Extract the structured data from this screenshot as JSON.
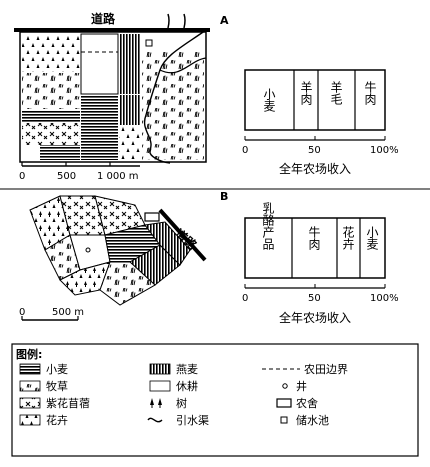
{
  "map_a": {
    "label": "A",
    "road": "道路",
    "scale": {
      "ticks": [
        "0",
        "500",
        "1 000 m"
      ]
    }
  },
  "bar_a": {
    "segments": [
      {
        "label": "小麦"
      },
      {
        "label": "羊肉"
      },
      {
        "label": "羊毛"
      },
      {
        "label": "牛肉"
      }
    ],
    "ticks": [
      "0",
      "50",
      "100%"
    ],
    "caption": "全年农场收入"
  },
  "map_b": {
    "label": "B",
    "road": "道路",
    "scale": {
      "ticks": [
        "0",
        "500 m"
      ]
    }
  },
  "bar_b": {
    "segments": [
      {
        "label": "乳酪产品"
      },
      {
        "label": "牛肉"
      },
      {
        "label": "花卉"
      },
      {
        "label": "小麦"
      }
    ],
    "ticks": [
      "0",
      "50",
      "100%"
    ],
    "caption": "全年农场收入"
  },
  "legend": {
    "title": "图例:",
    "items": {
      "wheat": "小麦",
      "oats": "燕麦",
      "field_boundary": "农田边界",
      "pasture": "牧草",
      "fallow": "休耕",
      "well": "井",
      "alfalfa": "紫花苜蓿",
      "tree": "树",
      "farmhouse": "农舍",
      "flowers": "花卉",
      "canal": "引水渠",
      "pool": "储水池"
    }
  }
}
